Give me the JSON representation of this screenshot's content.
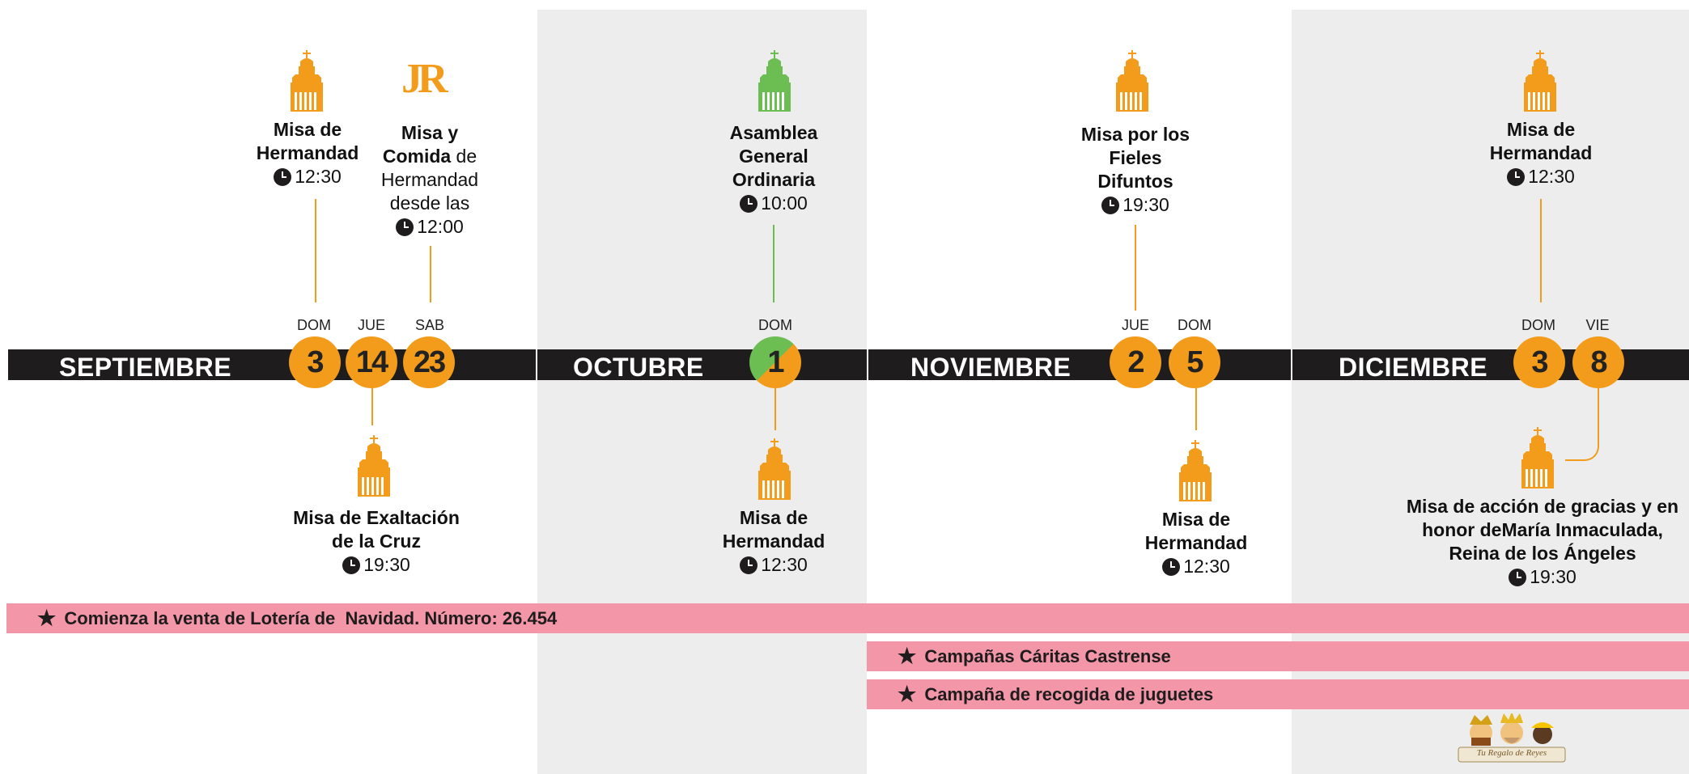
{
  "months": {
    "septiembre": "SEPTIEMBRE",
    "octubre": "OCTUBRE",
    "noviembre": "NOVIEMBRE",
    "diciembre": "DICIEMBRE"
  },
  "days": {
    "sep_3": {
      "weekday": "DOM",
      "day": "3"
    },
    "sep_14": {
      "weekday": "JUE",
      "day": "14"
    },
    "sep_23": {
      "weekday": "SAB",
      "day": "23"
    },
    "oct_1": {
      "weekday": "DOM",
      "day": "1"
    },
    "nov_2": {
      "weekday": "JUE",
      "day": "2"
    },
    "nov_5": {
      "weekday": "DOM",
      "day": "5"
    },
    "dic_3": {
      "weekday": "DOM",
      "day": "3"
    },
    "dic_8": {
      "weekday": "VIE",
      "day": "8"
    }
  },
  "events": {
    "sep_3": {
      "title_1": "Misa de",
      "title_2": "Hermandad",
      "time": "12:30",
      "icon": "church-icon"
    },
    "sep_23": {
      "title_1": "Misa y",
      "title_2": "Comida",
      "tail": " de",
      "line_3": "Hermandad",
      "line_4": "desde las",
      "time": "12:00",
      "icon": "jr-logo"
    },
    "sep_14": {
      "title_1": "Misa de Exaltación",
      "title_2": "de la Cruz",
      "time": "19:30",
      "icon": "church-icon"
    },
    "oct_1_top": {
      "title_1": "Asamblea",
      "title_2": "General",
      "title_3": "Ordinaria",
      "time": "10:00",
      "icon": "church-icon-green"
    },
    "oct_1_bottom": {
      "title_1": "Misa de",
      "title_2": "Hermandad",
      "time": "12:30",
      "icon": "church-icon"
    },
    "nov_2": {
      "title_1": "Misa por los",
      "title_2": "Fieles",
      "title_3": "Difuntos",
      "time": "19:30",
      "icon": "church-icon"
    },
    "nov_5": {
      "title_1": "Misa de",
      "title_2": "Hermandad",
      "time": "12:30",
      "icon": "church-icon"
    },
    "dic_3": {
      "title_1": "Misa de",
      "title_2": "Hermandad",
      "time": "12:30",
      "icon": "church-icon"
    },
    "dic_8": {
      "title_1": "Misa de acción de gracias y en",
      "title_2": "honor deMaría Inmaculada,",
      "title_3": "Reina de los Ángeles",
      "time": "19:30",
      "icon": "church-icon"
    }
  },
  "campaigns": {
    "loteria": "Comienza la venta de Lotería de  Navidad. Número: 26.454",
    "caritas": "Campañas Cáritas Castrense",
    "juguetes": "Campaña de recogida de juguetes"
  },
  "reyes_logo": "Tu Regalo de Reyes",
  "colors": {
    "orange": "#f39c1c",
    "green": "#6cbd52",
    "bar": "#1f1c1d",
    "pink": "#f397a8",
    "shade": "#ededee"
  }
}
